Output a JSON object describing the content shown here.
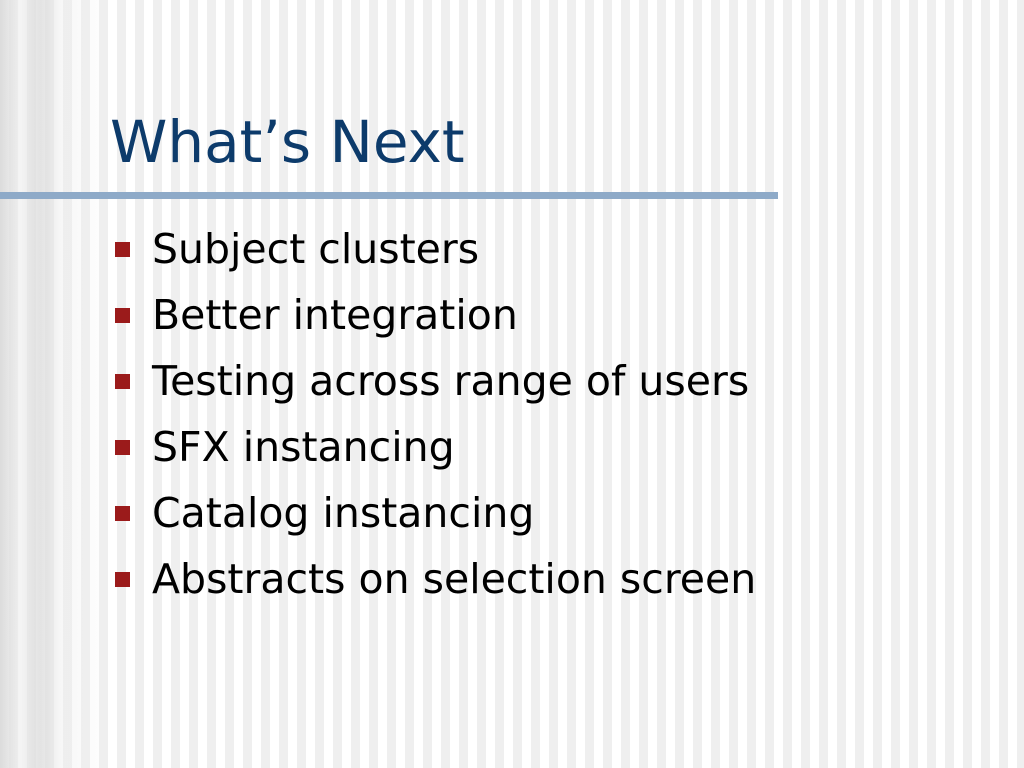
{
  "slide": {
    "title": "What’s Next",
    "bullets": [
      "Subject clusters",
      "Better integration",
      "Testing across range of users",
      "SFX instancing",
      "Catalog instancing",
      "Abstracts on selection screen"
    ]
  },
  "colors": {
    "title": "#0d3b6b",
    "rule": "#8eaac8",
    "bullet_marker": "#9b1b1b",
    "text": "#000000"
  }
}
